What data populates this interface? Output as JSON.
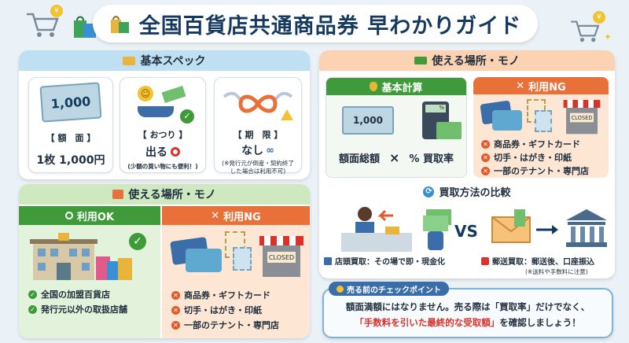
{
  "title": "全国百貨店共通商品券 早わかりガイド",
  "spec": {
    "heading": "基本スペック",
    "amount": {
      "note_text": "1,000",
      "label": "【 額　面 】",
      "value": "1枚 1,000円"
    },
    "change": {
      "label": "【 おつり 】",
      "value": "出る",
      "note": "(少額の買い物にも便利！)"
    },
    "expiry": {
      "label": "【 期　限 】",
      "value": "なし",
      "note": "(※発行元が倒産・契約終了した場合は利用不可)"
    }
  },
  "places_left": {
    "heading": "使える場所・モノ",
    "ok_label": "利用OK",
    "ng_label": "利用NG",
    "ok_items": [
      "全国の加盟百貨店",
      "発行元以外の取扱店舗"
    ],
    "ng_items": [
      "商品券・ギフトカード",
      "切手・はがき・印紙",
      "一部のテナント・専門店"
    ],
    "closed_sign": "CLOSED"
  },
  "places_right": {
    "heading": "使える場所・モノ",
    "calc_label": "基本計算",
    "calc_note": "1,000",
    "calc_formula": {
      "left": "額面総額",
      "times": "×",
      "right": "% 買取率"
    },
    "ng_label": "利用NG",
    "ng_items": [
      "商品券・ギフトカード",
      "切手・はがき・印紙",
      "一部のテナント・専門店"
    ],
    "closed_sign": "CLOSED",
    "compare_title": "買取方法の比較",
    "vs": "VS",
    "store_method": "店頭買取：その場で即・現金化",
    "mail_method": "郵送買取：郵送後、口座振込",
    "mail_note": "(※送料や手数料に注意)"
  },
  "checkpoint": {
    "label": "売る前のチェックポイント",
    "line1": "額面満額にはなりません。売る際は「買取率」だけでなく、",
    "line2_em": "「手数料を引いた最終的な受取額」",
    "line2_rest": "を確認しましょう！"
  },
  "colors": {
    "green": "#3f9b3a",
    "orange": "#e8713a",
    "navy": "#163a5f",
    "red": "#d8322a",
    "blue_bar": "#bfe0f2",
    "green_bar": "#cfe8c0",
    "orange_bar": "#fbd3b3"
  }
}
